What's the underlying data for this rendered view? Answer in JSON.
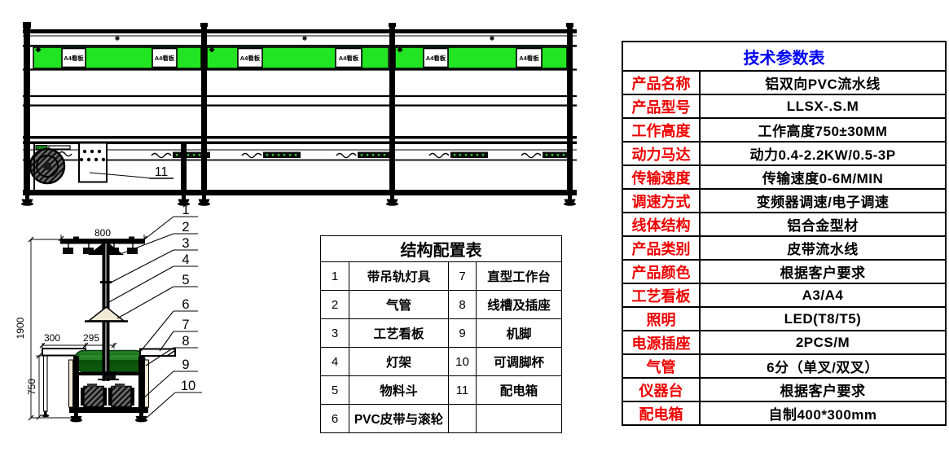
{
  "colors": {
    "panel_green": "#22e422",
    "belt_green_dark": "#0b4d0b",
    "title_blue": "#0000f0",
    "label_red": "#ee0000",
    "line_black": "#000000"
  },
  "front_view": {
    "kanban_label": "A4看板",
    "callout_label": "11"
  },
  "side_view": {
    "dims": {
      "width_800": "800",
      "height_1900": "1900",
      "left_300": "300",
      "mid_295": "295",
      "height_750": "750"
    },
    "callouts": [
      "1",
      "2",
      "3",
      "4",
      "5",
      "6",
      "7",
      "8",
      "9",
      "10"
    ]
  },
  "structure_table": {
    "title": "结构配置表",
    "rows": [
      {
        "no_left": "1",
        "item_left": "带吊轨灯具",
        "no_right": "7",
        "item_right": "直型工作台"
      },
      {
        "no_left": "2",
        "item_left": "气管",
        "no_right": "8",
        "item_right": "线槽及插座"
      },
      {
        "no_left": "3",
        "item_left": "工艺看板",
        "no_right": "9",
        "item_right": "机脚"
      },
      {
        "no_left": "4",
        "item_left": "灯架",
        "no_right": "10",
        "item_right": "可调脚杯"
      },
      {
        "no_left": "5",
        "item_left": "物料斗",
        "no_right": "11",
        "item_right": "配电箱"
      },
      {
        "no_left": "6",
        "item_left": "PVC皮带与滚轮",
        "no_right": "",
        "item_right": ""
      }
    ]
  },
  "params_table": {
    "title": "技术参数表",
    "rows": [
      {
        "label": "产品名称",
        "value": "铝双向PVC流水线"
      },
      {
        "label": "产品型号",
        "value": "LLSX-.S.M"
      },
      {
        "label": "工作高度",
        "value": "工作高度750±30MM"
      },
      {
        "label": "动力马达",
        "value": "动力0.4-2.2KW/0.5-3P"
      },
      {
        "label": "传输速度",
        "value": "传输速度0-6M/MIN"
      },
      {
        "label": "调速方式",
        "value": "变频器调速/电子调速"
      },
      {
        "label": "线体结构",
        "value": "铝合金型材"
      },
      {
        "label": "产品类别",
        "value": "皮带流水线"
      },
      {
        "label": "产品颜色",
        "value": "根据客户要求"
      },
      {
        "label": "工艺看板",
        "value": "A3/A4"
      },
      {
        "label": "照明",
        "value": "LED(T8/T5)"
      },
      {
        "label": "电源插座",
        "value": "2PCS/M"
      },
      {
        "label": "气管",
        "value": "6分（单叉/双叉）"
      },
      {
        "label": "仪器台",
        "value": "根据客户要求"
      },
      {
        "label": "配电箱",
        "value": "自制400*300mm"
      }
    ]
  }
}
